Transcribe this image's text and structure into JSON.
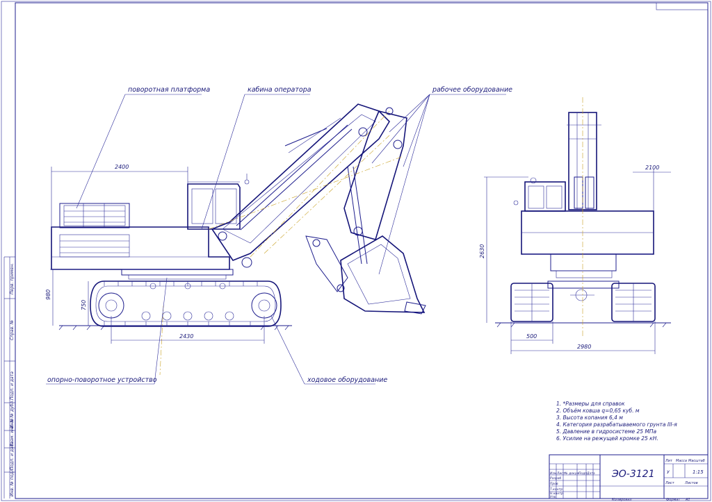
{
  "callouts": {
    "platform": "поворотная платформа",
    "cabin": "кабина оператора",
    "work_equipment": "рабочее оборудование",
    "slewing_device": "опорно-поворотное устройство",
    "running_gear": "ходовое оборудование"
  },
  "dimensions": {
    "length_top": "2400",
    "width_top": "2100",
    "height_side": "980",
    "track_height": "750",
    "track_base": "2430",
    "overall_height": "2630",
    "track_width": "500",
    "overall_width": "2980"
  },
  "notes": [
    "1. *Размеры для справок",
    "2. Объём ковша q=0,65 куб. м",
    "3. Высота копания 6,4 м",
    "4. Категория разрабатываемого грунта III-я",
    "5. Давление в гидросистеме 25 МПа",
    "6. Усилие на режущей кромке 25 кН."
  ],
  "title_block": {
    "designation": "ЭО-3121",
    "col_lit": "Лит",
    "col_mass": "Масса",
    "col_scale": "Масштаб",
    "scale_value": "1:15",
    "sheet": "Лист",
    "sheets": "Листов",
    "lit_value": "У",
    "row_izm": "Изм",
    "row_list": "Лист",
    "row_doc": "№ докум",
    "row_sign": "Подп",
    "row_date": "Дата",
    "razrab": "Разраб",
    "prov": "Пров",
    "tkontr": "Т.контр",
    "nkontr": "Н.контр",
    "utv": "Утв",
    "copied": "Копировал",
    "format": "Формат",
    "format_value": "А1"
  },
  "side_strip": [
    "Перв. примен.",
    "Справ. №",
    "Подп. и дата",
    "Инв. № дубл.",
    "Взам. инв. №",
    "Подп. и дата",
    "Инв. № подл."
  ]
}
